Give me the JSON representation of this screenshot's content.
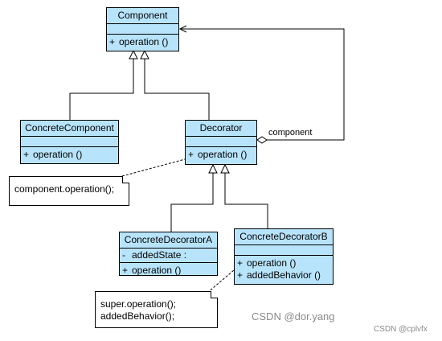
{
  "classes": {
    "component": {
      "name": "Component",
      "ops": [
        "operation ()"
      ]
    },
    "concrete_component": {
      "name": "ConcreteComponent",
      "ops": [
        "operation ()"
      ]
    },
    "decorator": {
      "name": "Decorator",
      "ops": [
        "operation ()"
      ]
    },
    "concrete_decorator_a": {
      "name": "ConcreteDecoratorA",
      "attrs": [
        "addedState  :"
      ],
      "ops": [
        "operation ()"
      ]
    },
    "concrete_decorator_b": {
      "name": "ConcreteDecoratorB",
      "ops": [
        "operation ()",
        "addedBehavior ()"
      ]
    }
  },
  "visibility": {
    "public": "+",
    "private": "-"
  },
  "association_label": "component",
  "notes": {
    "decorator_note": [
      "component.operation();"
    ],
    "decorator_b_note": [
      "super.operation();",
      "addedBehavior();"
    ]
  },
  "watermarks": {
    "main": "CSDN @dor.yang",
    "corner": "CSDN @cplvfx"
  },
  "colors": {
    "class_fill": "#b8e4fb",
    "line": "#000000",
    "watermark": "#8a8a8a"
  }
}
